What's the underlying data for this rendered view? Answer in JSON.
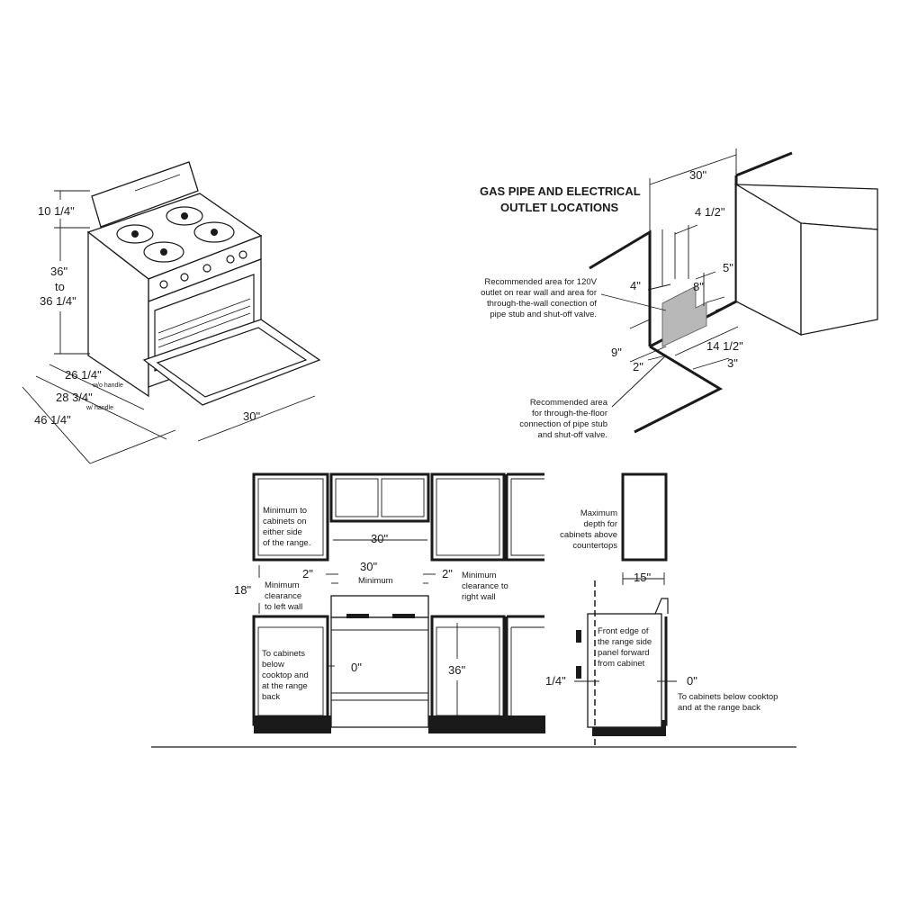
{
  "range_dimensions": {
    "backguard_height": "10 1/4\"",
    "cooktop_height_top": "36\"",
    "cooktop_height_to": "to",
    "cooktop_height_bottom": "36 1/4\"",
    "depth_no_handle": "26 1/4\"",
    "depth_no_handle_note": "w/o handle",
    "depth_with_handle": "28 3/4\"",
    "depth_with_handle_note": "w/ handle",
    "depth_door_open": "46 1/4\"",
    "width": "30\""
  },
  "gas_pipe": {
    "title_line1": "GAS PIPE AND ELECTRICAL",
    "title_line2": "OUTLET LOCATIONS",
    "dim_width": "30\"",
    "dim_4_1_2": "4 1/2\"",
    "dim_5": "5\"",
    "dim_8": "8\"",
    "dim_4": "4\"",
    "dim_9": "9\"",
    "dim_2": "2\"",
    "dim_14_1_2": "14 1/2\"",
    "dim_3": "3\"",
    "wall_note": [
      "Recommended area for 120V",
      "outlet on rear wall and area for",
      "through-the-wall conection of",
      "pipe stub and shut-off valve."
    ],
    "floor_note": [
      "Recommended area",
      "for through-the-floor",
      "connection of pipe stub",
      "and shut-off valve."
    ]
  },
  "front_view": {
    "min_cabinet_note": [
      "Minimum to",
      "cabinets on",
      "either side",
      "of the range."
    ],
    "dim_30_upper": "30\"",
    "dim_30_min": "30\"",
    "dim_30_min_label": "Minimum",
    "dim_2_left": "2\"",
    "dim_2_right": "2\"",
    "right_wall_note": [
      "Minimum",
      "clearance to",
      "right wall"
    ],
    "dim_18": "18\"",
    "left_wall_note": [
      "Minimum",
      "clearance",
      "to left wall"
    ],
    "below_cooktop_note": [
      "To cabinets",
      "below",
      "cooktop and",
      "at the range",
      "back"
    ],
    "dim_0": "0\"",
    "dim_36": "36\""
  },
  "side_view": {
    "max_depth_note": [
      "Maximum",
      "depth for",
      "cabinets above",
      "countertops"
    ],
    "dim_15": "15\"",
    "front_edge_note": [
      "Front edge of",
      "the range side",
      "panel forward",
      "from cabinet"
    ],
    "dim_1_4": "1/4\"",
    "dim_0": "0\"",
    "below_note": [
      "To cabinets below cooktop",
      "and at the range back"
    ]
  }
}
